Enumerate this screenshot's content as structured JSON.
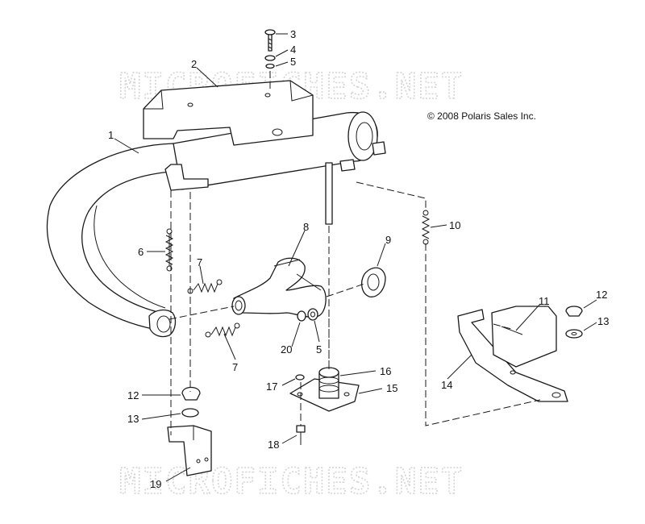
{
  "watermark": {
    "top": "MICROFICHES.NET",
    "bottom": "MICROFICHES.NET"
  },
  "copyright": "© 2008 Polaris Sales Inc.",
  "callouts": {
    "c1": "1",
    "c2": "2",
    "c3": "3",
    "c4": "4",
    "c5a": "5",
    "c6": "6",
    "c7a": "7",
    "c7b": "7",
    "c8": "8",
    "c9": "9",
    "c10": "10",
    "c11": "11",
    "c12a": "12",
    "c13a": "13",
    "c14": "14",
    "c5b": "5",
    "c20": "20",
    "c16": "16",
    "c17": "17",
    "c15": "15",
    "c12b": "12",
    "c13b": "13",
    "c18": "18",
    "c19": "19"
  }
}
